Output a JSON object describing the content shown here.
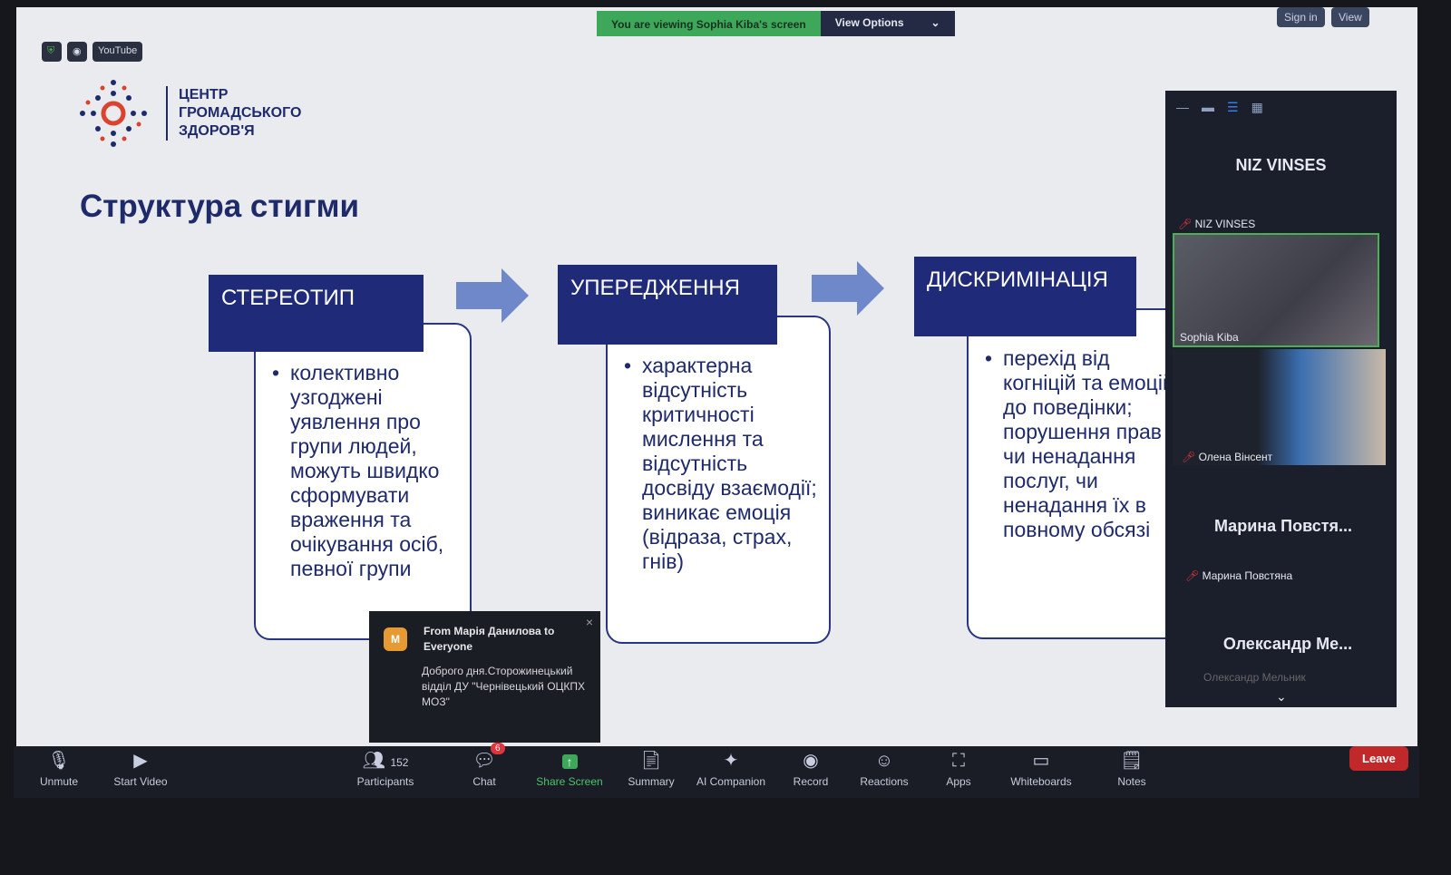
{
  "banner": {
    "viewing": "You are viewing Sophia Kiba's screen",
    "view_options": "View Options",
    "sign_in": "Sign in",
    "view": "View"
  },
  "security_bar": {
    "stream": "YouTube"
  },
  "slide": {
    "logo_lines": [
      "ЦЕНТР",
      "ГРОМАДСЬКОГО",
      "ЗДОРОВ'Я"
    ],
    "title": "Структура стигми",
    "columns": [
      {
        "header": "СТЕРЕОТИП",
        "text": "колективно узгоджені уявлення про групи людей, можуть швидко сформувати враження та очікування осіб, певної групи"
      },
      {
        "header": "УПЕРЕДЖЕННЯ",
        "text": "характерна відсутність критичності мислення та відсутність досвіду взаємодії; виникає емоція (відраза, страх, гнів)"
      },
      {
        "header": "ДИСКРИМІНАЦІЯ",
        "text": "перехід від когніцій та емоцій до поведінки; порушення прав чи ненадання послуг, чи ненадання їх в повному обсязі"
      }
    ]
  },
  "gallery": {
    "participants": [
      {
        "title": "NIZ VINSES",
        "label": "NIZ VINSES"
      },
      {
        "label": "Sophia Kiba"
      },
      {
        "label": "Олена Вінсент"
      },
      {
        "title": "Марина Повстя...",
        "label": "Марина Повстяна"
      },
      {
        "title": "Олександр Ме...",
        "label": "Олександр Мельник"
      }
    ]
  },
  "chat_popup": {
    "avatar": "M",
    "from": "From Марія Данилова to Everyone",
    "message": "Доброго дня.Сторожинецький відділ ДУ \"Чернівецький ОЦКПХ МОЗ\"",
    "close": "×"
  },
  "toolbar": {
    "unmute": "Unmute",
    "start_video": "Start Video",
    "participants": "Participants",
    "participant_count": "152",
    "chat": "Chat",
    "chat_badge": "6",
    "share_screen": "Share Screen",
    "summary": "Summary",
    "ai_companion": "AI Companion",
    "record": "Record",
    "reactions": "Reactions",
    "apps": "Apps",
    "whiteboards": "Whiteboards",
    "notes": "Notes",
    "leave": "Leave"
  },
  "colors": {
    "slide_navy": "#1f2a78",
    "share_green": "#3ea85a",
    "leave_red": "#c0282a"
  }
}
